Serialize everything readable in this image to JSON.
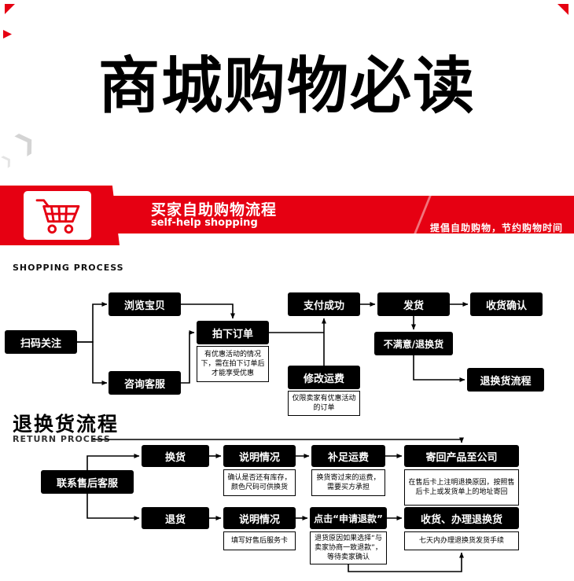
{
  "page": {
    "title": "商城购物必读"
  },
  "theme": {
    "accent_red": "#e60012",
    "node_black": "#000000"
  },
  "banner": {
    "icon": "shopping-cart-icon",
    "title": "买家自助购物流程",
    "subtitle": "self-help shopping",
    "slogan": "提倡自助购物，节约购物时间"
  },
  "shopping_process": {
    "label": "SHOPPING PROCESS",
    "nodes": {
      "scan": "扫码关注",
      "browse": "浏览宝贝",
      "consult": "咨询客服",
      "order": "拍下订单",
      "order_note": "有优惠活动的情况下，需在拍下订单后才能享受优惠",
      "pay": "支付成功",
      "modify": "修改运费",
      "modify_note": "仅限卖家有优惠活动的订单",
      "ship": "发货",
      "confirm": "收货确认",
      "unsatisfied": "不满意/退换货",
      "return_flow": "退换货流程"
    }
  },
  "return_process": {
    "title": "退换货流程",
    "label": "RETURN PROCESS",
    "nodes": {
      "contact": "联系售后客服",
      "exchange": "换货",
      "return_goods": "退货",
      "explain_exchange": "说明情况",
      "explain_exchange_note": "确认是否还有库存，颜色尺码可供换货",
      "makeup_fee": "补足运费",
      "makeup_fee_note": "换货寄过来的运费，需要买方承担",
      "send_back": "寄回产品至公司",
      "send_back_note": "在售后卡上注明退换原因，按照售后卡上或发货单上的地址寄回",
      "explain_return": "说明情况",
      "explain_return_note": "填写好售后服务卡",
      "apply_refund": "点击“申请退款”",
      "apply_refund_note": "退货原因如果选择“与卖家协商一致退款”，等待卖家确认",
      "receive": "收货、办理退换货",
      "receive_note": "七天内办理退换货发货手续"
    }
  }
}
